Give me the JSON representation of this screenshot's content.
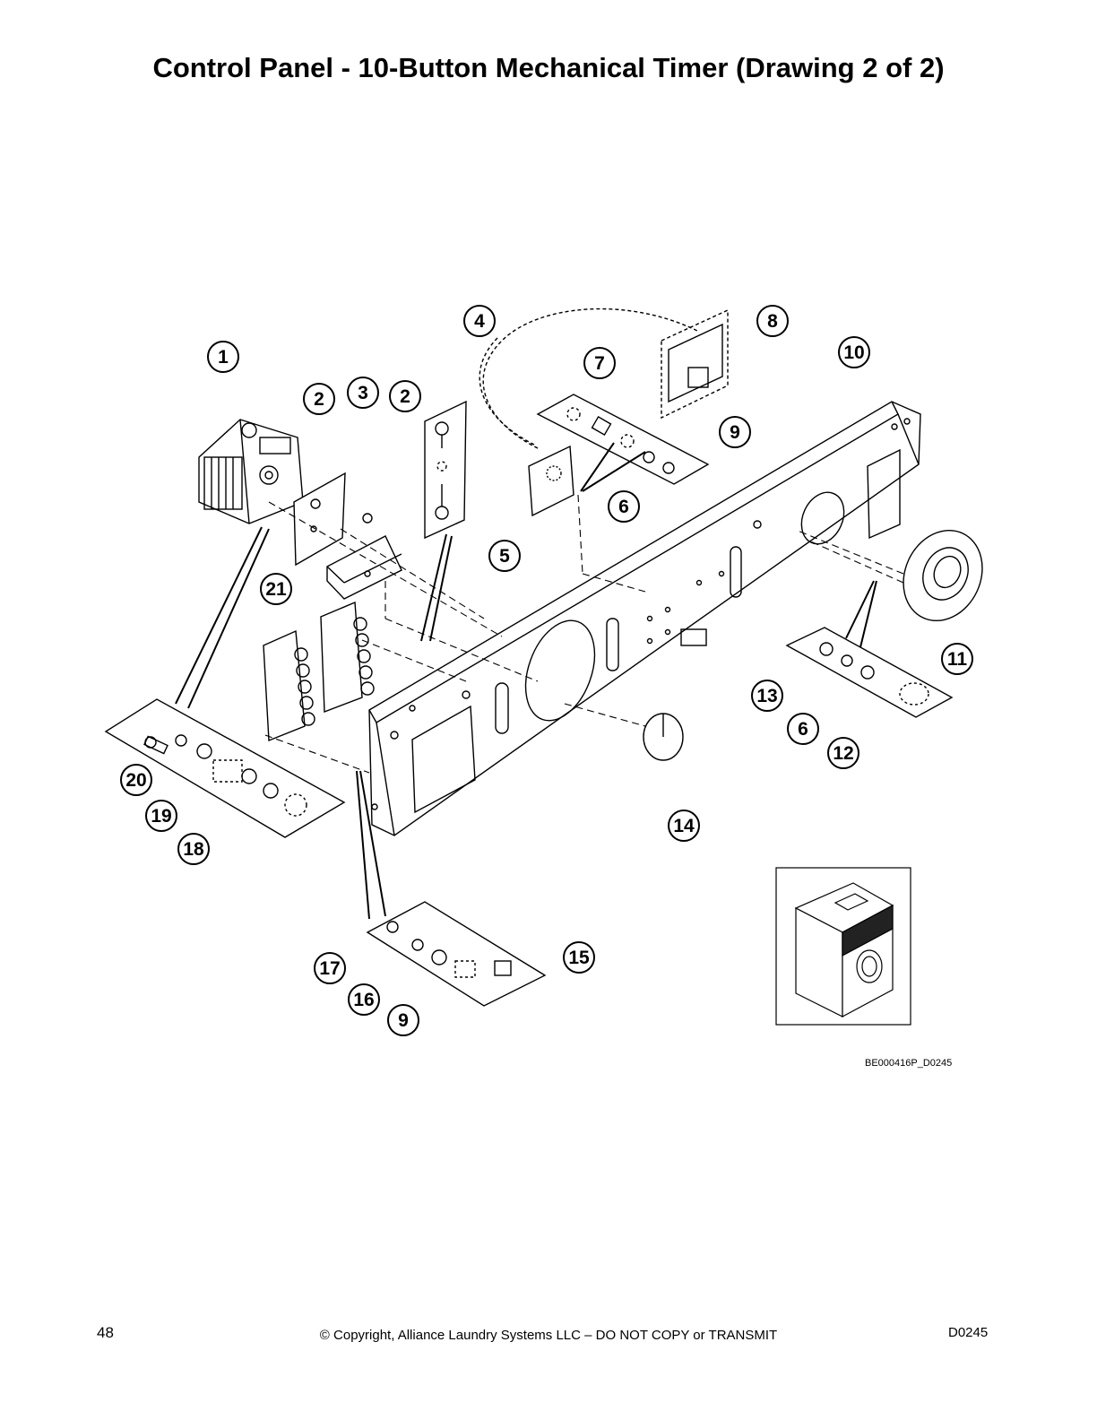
{
  "title": "Control Panel - 10-Button Mechanical Timer (Drawing 2 of 2)",
  "drawing_id": "BE000416P_D0245",
  "footer": {
    "page_number": "48",
    "copyright": "© Copyright, Alliance Laundry Systems LLC – DO NOT COPY or TRANSMIT",
    "doc_code": "D0245"
  },
  "callouts": [
    "1",
    "2",
    "3",
    "2",
    "4",
    "5",
    "6",
    "7",
    "8",
    "9",
    "10",
    "11",
    "21",
    "13",
    "6",
    "12",
    "14",
    "20",
    "19",
    "18",
    "17",
    "16",
    "9",
    "15"
  ]
}
